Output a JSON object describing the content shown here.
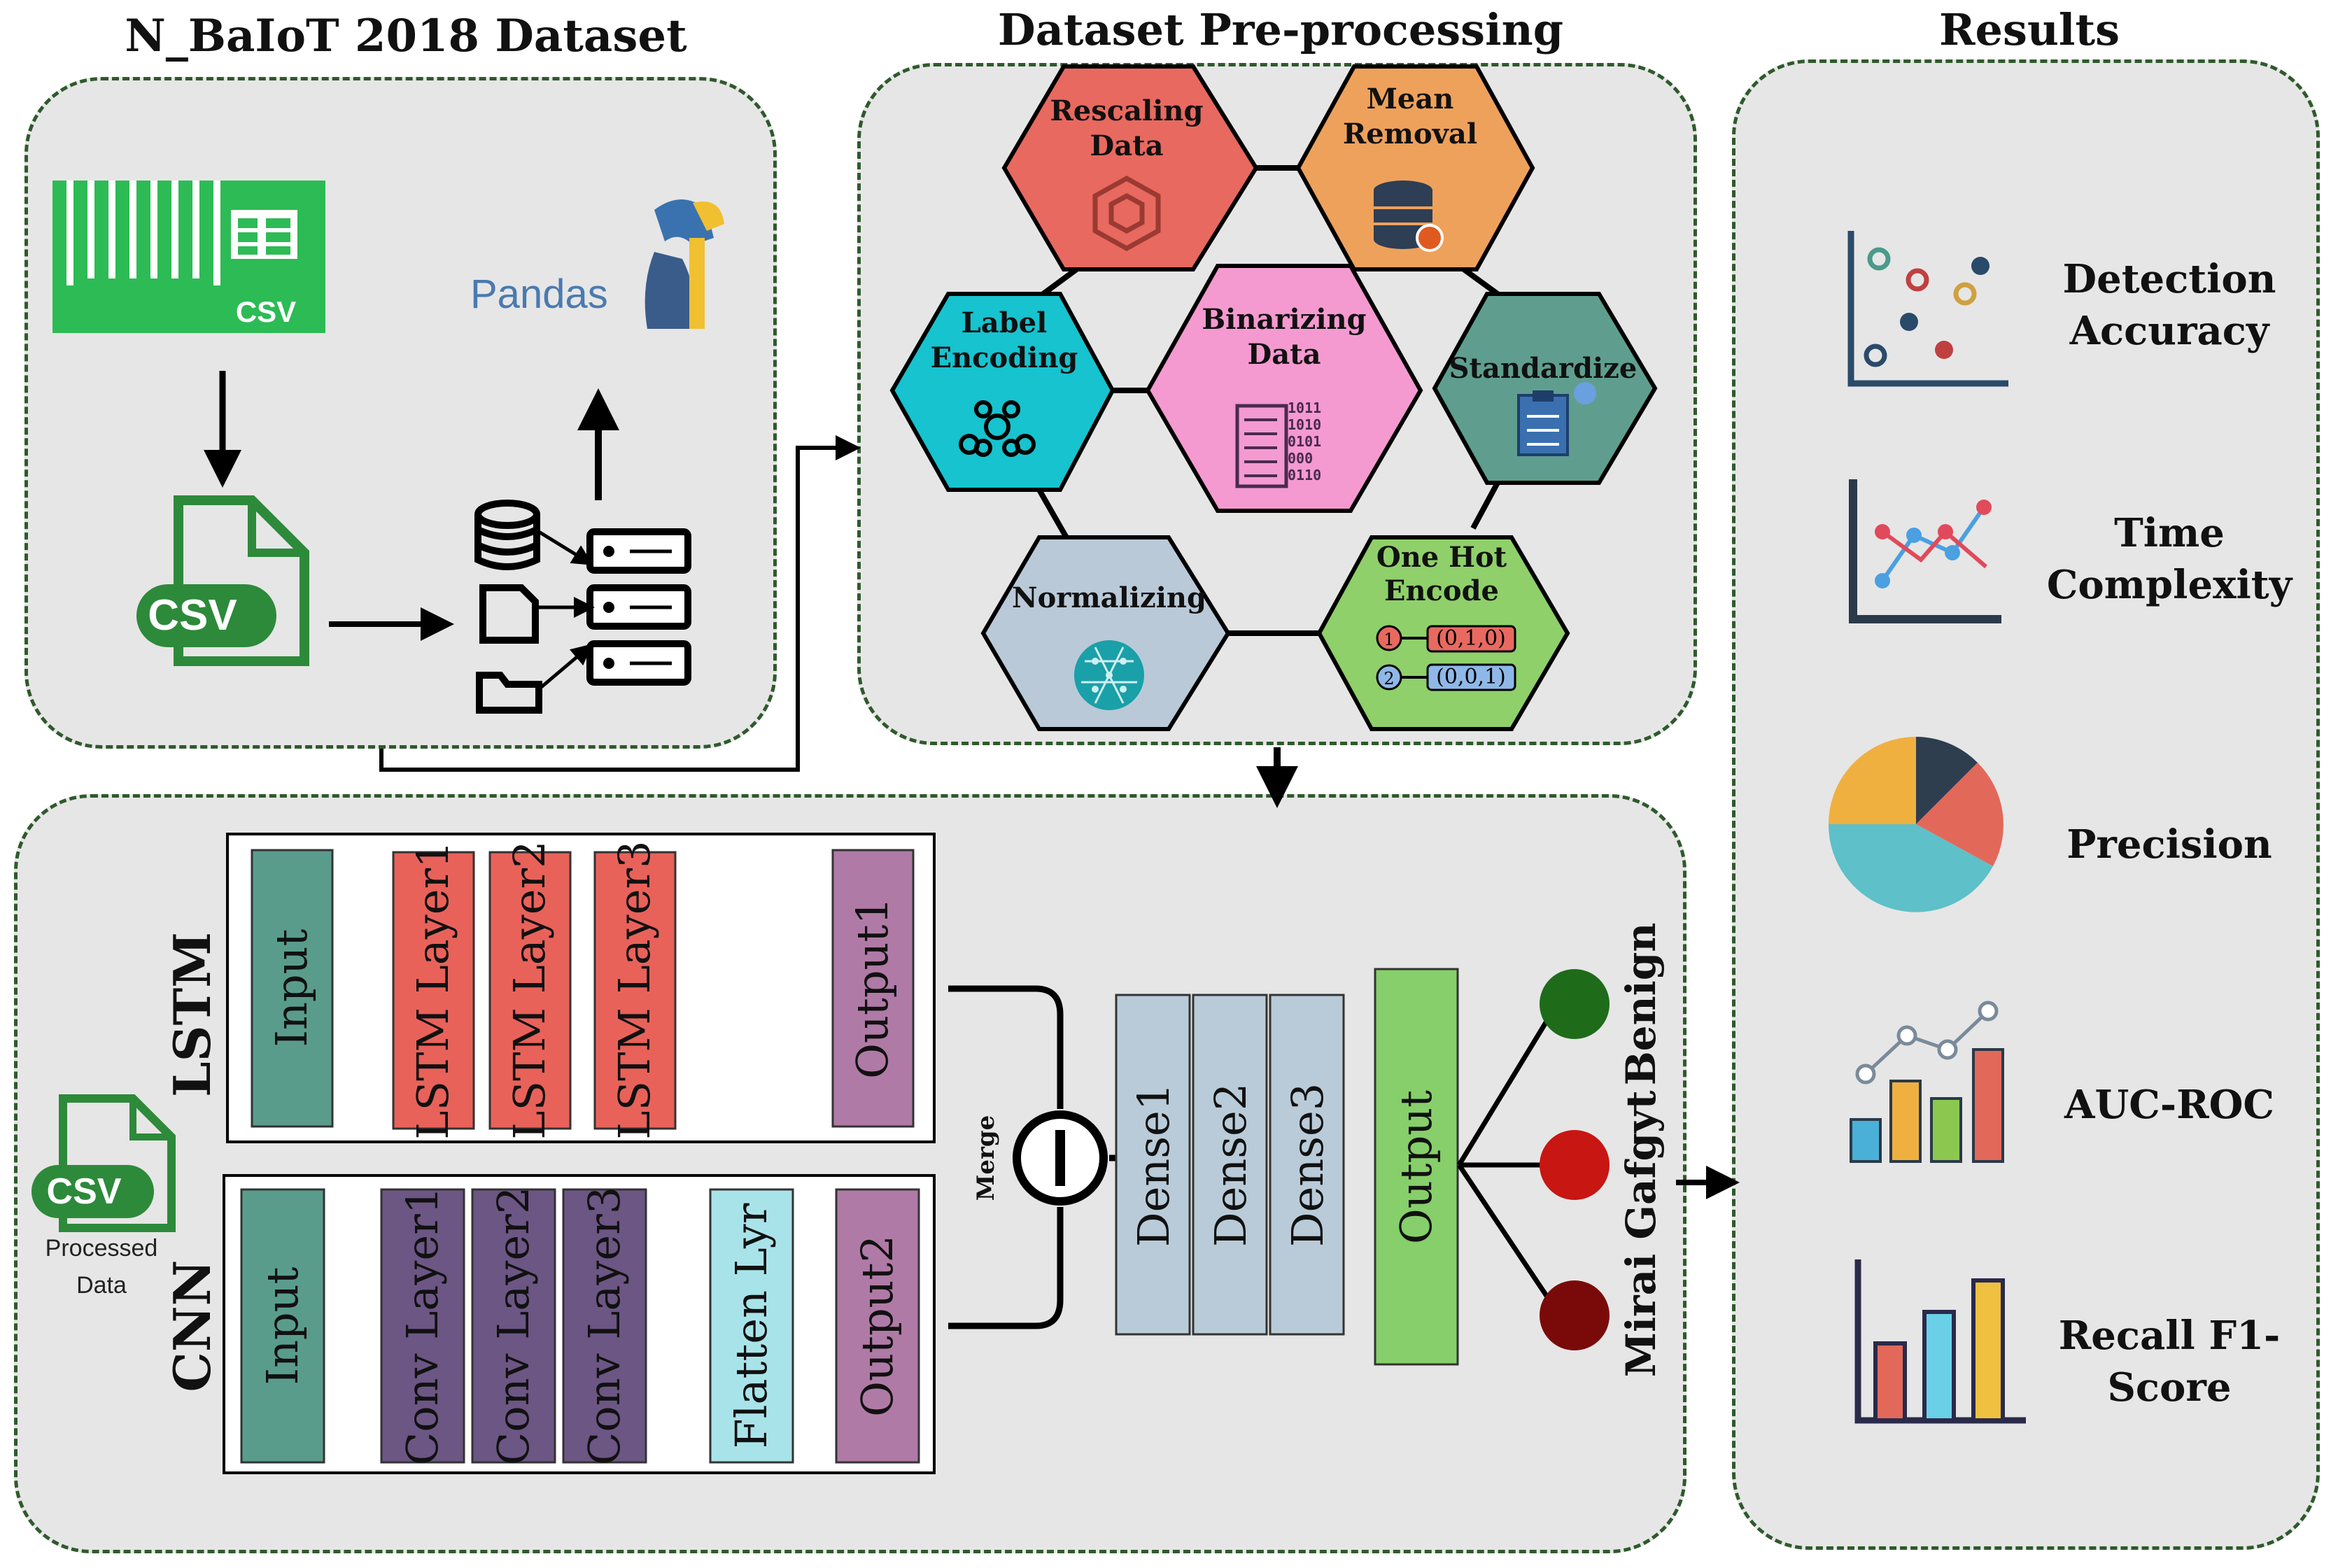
{
  "sections": {
    "dataset_title": "N_BaIoT 2018 Dataset",
    "preprocessing_title": "Dataset Pre-processing",
    "results_title": "Results"
  },
  "dataset": {
    "csv_icon_text": "CSV",
    "csv_file_text": "CSV",
    "pandas_label": "Pandas"
  },
  "preprocessing": {
    "rescaling": [
      "Rescaling",
      "Data"
    ],
    "mean_removal": [
      "Mean",
      "Removal"
    ],
    "label_encoding": [
      "Label",
      "Encoding"
    ],
    "binarizing": [
      "Binarizing",
      "Data"
    ],
    "standardize": [
      "Standardize"
    ],
    "normalizing": [
      "Normalizing"
    ],
    "one_hot": [
      "One Hot",
      "Encode"
    ],
    "one_hot_rows": [
      {
        "index": "1",
        "vector": "(0,1,0)"
      },
      {
        "index": "2",
        "vector": "(0,0,1)"
      }
    ],
    "binary_rows": [
      "1011",
      "1010",
      "0101",
      "000",
      "0110"
    ]
  },
  "model": {
    "lstm_label": "LSTM",
    "cnn_label": "CNN",
    "processed_label": [
      "Processed",
      "Data"
    ],
    "processed_csv_text": "CSV",
    "lstm_layers": [
      "Input",
      "LSTM Layer1",
      "LSTM Layer2",
      "LSTM Layer3",
      "Output1"
    ],
    "cnn_layers": [
      "Input",
      "Conv Layer1",
      "Conv Layer2",
      "Conv Layer3",
      "Flatten Lyr",
      "Output2"
    ],
    "merge_label": "Merge",
    "dense_layers": [
      "Dense1",
      "Dense2",
      "Dense3"
    ],
    "output_label": "Output",
    "classes": [
      "Benign",
      "Gafgyt",
      "Mirai"
    ]
  },
  "results": {
    "items": [
      {
        "label": "Detection\nAccuracy",
        "icon": "scatter-plot-icon"
      },
      {
        "label": "Time\nComplexity",
        "icon": "line-chart-icon"
      },
      {
        "label": "Precision",
        "icon": "pie-chart-icon"
      },
      {
        "label": "AUC-ROC",
        "icon": "bar-line-chart-icon"
      },
      {
        "label": "Recall F1-\nScore",
        "icon": "bar-chart-icon"
      }
    ]
  },
  "colors": {
    "panel_bg": "#e6e6e6",
    "panel_border": "#2f5a2c",
    "rescaling": "#e8695f",
    "mean_removal": "#eea15b",
    "label_encoding": "#16c3cf",
    "binarizing": "#f49ad0",
    "standardize": "#5f9e8f",
    "normalizing": "#b9c9d8",
    "one_hot": "#8fd06a",
    "input_box": "#5a9c8c",
    "lstm_box": "#e8625a",
    "output_box": "#b07aa6",
    "conv_box": "#6c5684",
    "flatten_box": "#a9e3ea",
    "dense_box": "#b9cbd8",
    "final_output": "#86cf6a",
    "benign": "#1e6b1a",
    "gafgyt": "#c81612",
    "mirai": "#7a0a0a"
  }
}
